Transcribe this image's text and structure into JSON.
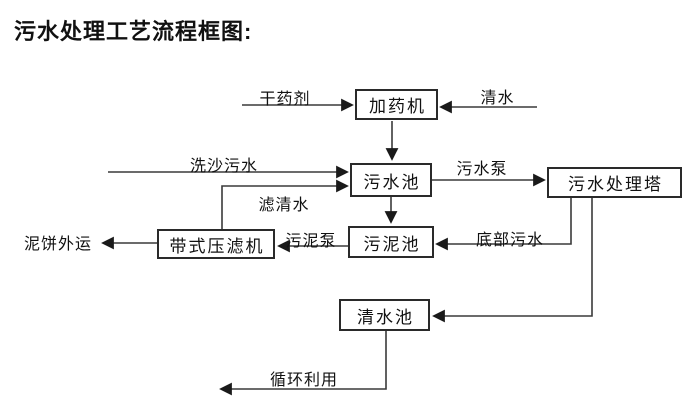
{
  "title": "污水处理工艺流程框图:",
  "nodes": {
    "dosing_machine": "加药机",
    "sewage_pool": "污水池",
    "treatment_tower": "污水处理塔",
    "sludge_pool": "污泥池",
    "belt_filter_press": "带式压滤机",
    "clean_water_pool": "清水池"
  },
  "flow_labels": {
    "dry_agent": "干药剂",
    "clean_water": "清水",
    "sand_washing_sewage": "洗沙污水",
    "filtered_water": "滤清水",
    "sewage_pump": "污水泵",
    "bottom_sewage": "底部污水",
    "sludge_pump": "污泥泵",
    "mud_cake_out": "泥饼外运",
    "recycle": "循环利用"
  },
  "colors": {
    "line": "#3a3a3a",
    "line-dark": "#1a1a1a",
    "border": "#2a2a2a",
    "text": "#111111",
    "bg": "#ffffff"
  }
}
